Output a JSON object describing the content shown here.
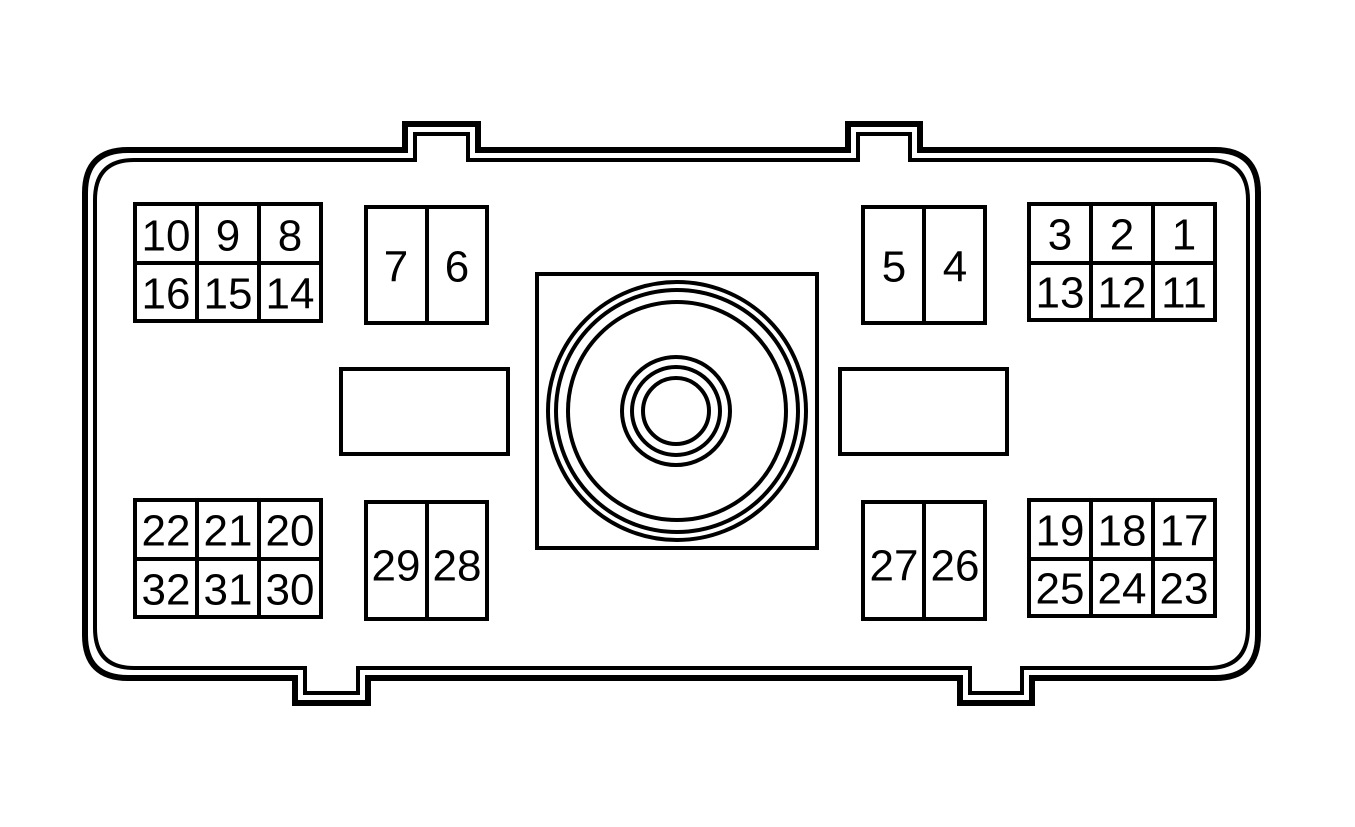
{
  "colors": {
    "line": "#000000",
    "background": "#ffffff"
  },
  "pins": {
    "top_left_block": {
      "row1": [
        "10",
        "9",
        "8"
      ],
      "row2": [
        "16",
        "15",
        "14"
      ]
    },
    "top_left_pair": [
      "7",
      "6"
    ],
    "top_right_pair": [
      "5",
      "4"
    ],
    "top_right_block": {
      "row1": [
        "3",
        "2",
        "1"
      ],
      "row2": [
        "13",
        "12",
        "11"
      ]
    },
    "bottom_left_block": {
      "row1": [
        "22",
        "21",
        "20"
      ],
      "row2": [
        "32",
        "31",
        "30"
      ]
    },
    "bottom_left_pair": [
      "29",
      "28"
    ],
    "bottom_right_pair": [
      "27",
      "26"
    ],
    "bottom_right_block": {
      "row1": [
        "19",
        "18",
        "17"
      ],
      "row2": [
        "25",
        "24",
        "23"
      ]
    }
  }
}
